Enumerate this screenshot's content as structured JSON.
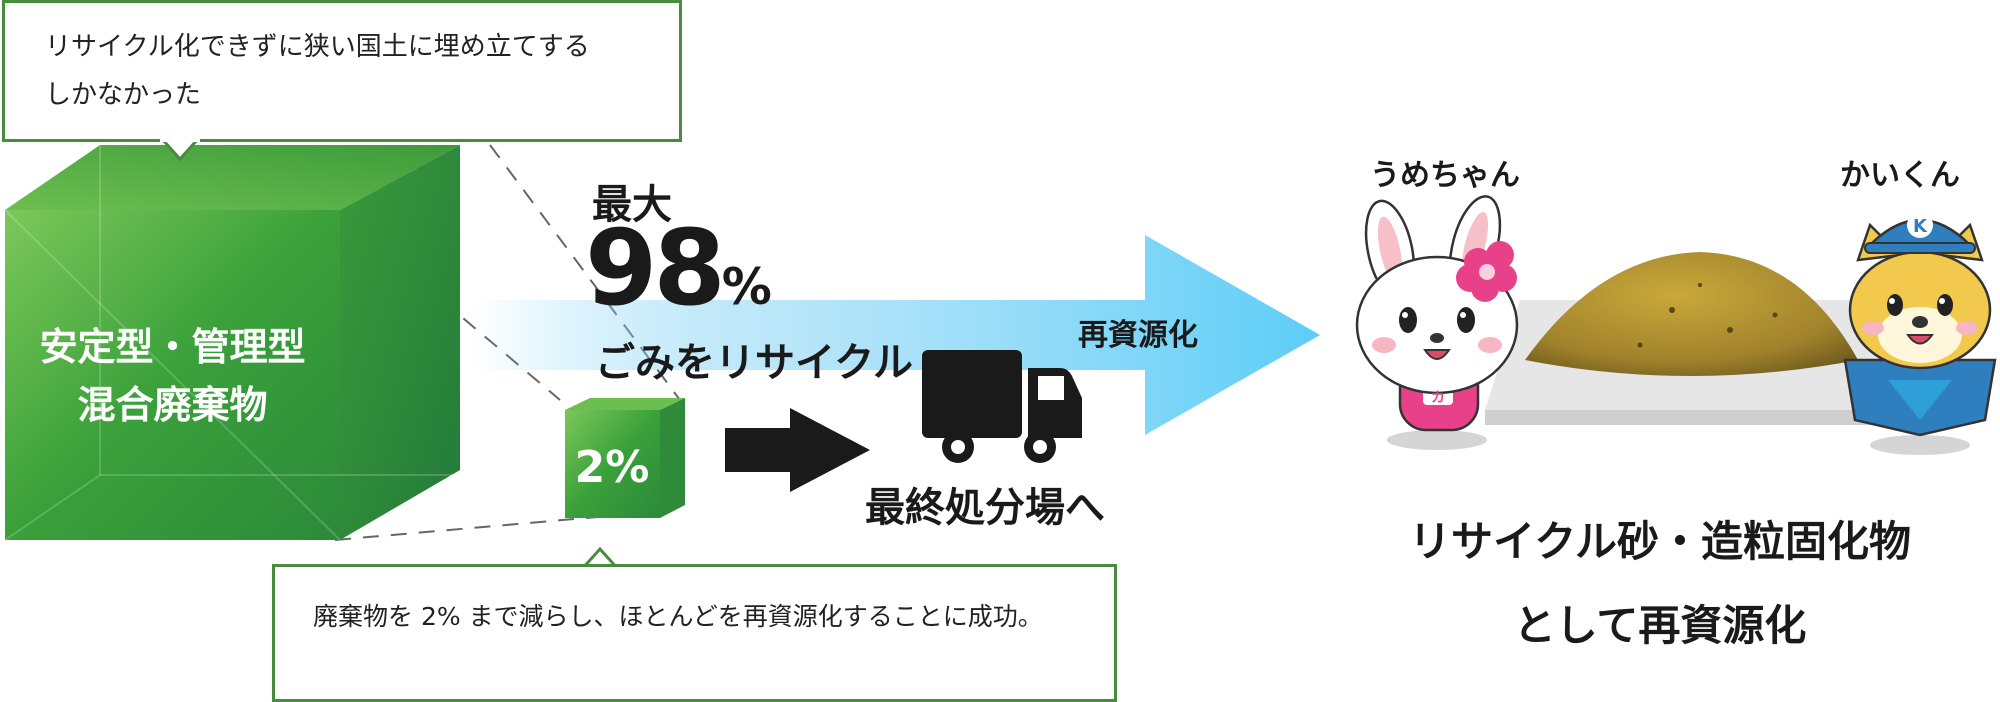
{
  "top_callout": {
    "text": "リサイクル化できずに狭い国土に埋め立てする\nしかなかった"
  },
  "big_cube": {
    "line1": "安定型・管理型",
    "line2": "混合廃棄物"
  },
  "small_cube": {
    "label": "2%"
  },
  "recycle": {
    "prefix": "最大",
    "number": "98",
    "unit": "%",
    "caption": "ごみをリサイクル",
    "arrow_label": "再資源化"
  },
  "landfill": {
    "label": "最終処分場へ"
  },
  "bottom_callout": {
    "text": "廃棄物を 2% まで減らし、ほとんどを再資源化することに成功。"
  },
  "characters": {
    "left_name": "うめちゃん",
    "right_name": "かいくん",
    "left_badge": "カ",
    "right_badge": "K"
  },
  "result": {
    "line1": "リサイクル砂・造粒固化物",
    "line2": "として再資源化"
  },
  "colors": {
    "green_border": "#4a8c3f",
    "cube_green": "#3a9a3a",
    "arrow_blue": "#5cc8f5",
    "dark": "#1a1a1a"
  }
}
